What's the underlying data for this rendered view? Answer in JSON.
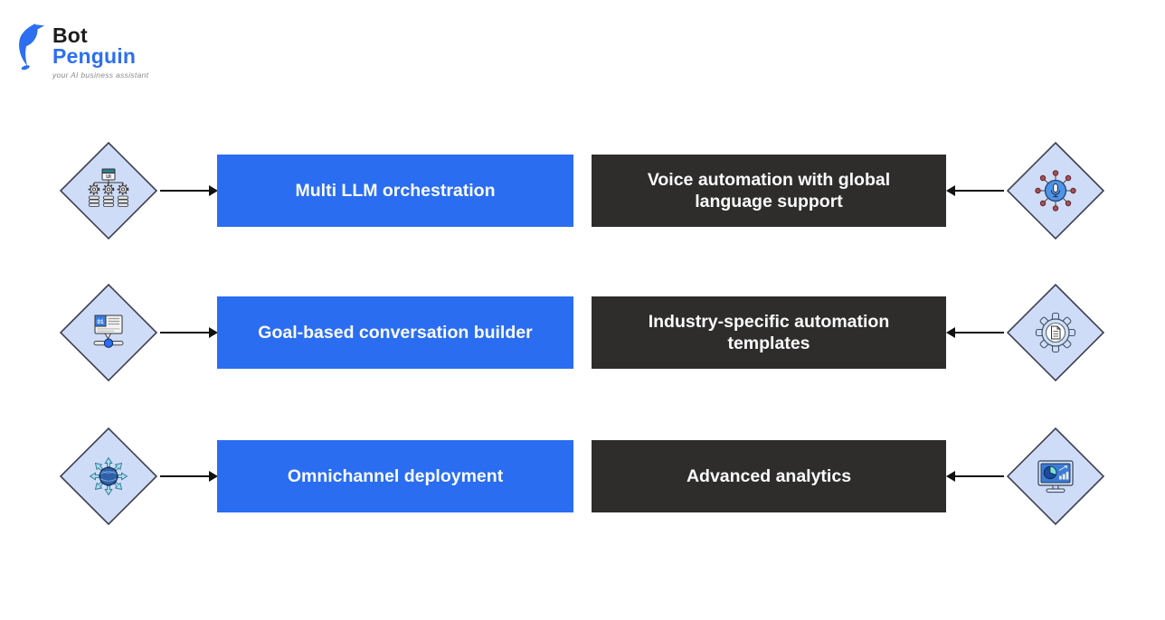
{
  "logo": {
    "brand_top": "Bot",
    "brand_bottom": "Penguin",
    "tagline": "your AI business assistant"
  },
  "colors": {
    "primary_blue": "#2a6df1",
    "dark_box": "#2e2d2b",
    "diamond_fill": "#cfdcf8",
    "diamond_border": "#3d4150",
    "arrow": "#111111",
    "logo_black": "#1d1d1f",
    "logo_blue": "#2d6ff0",
    "tagline_gray": "#8b8b8b",
    "background": "#ffffff"
  },
  "icon_labels": {
    "ui": "UI",
    "zero_one": "01"
  },
  "rows": [
    {
      "left": {
        "icon": "multi-llm-orchestration-icon",
        "label": "Multi LLM orchestration"
      },
      "right": {
        "icon": "voice-automation-icon",
        "label": "Voice automation with global language support"
      }
    },
    {
      "left": {
        "icon": "goal-conversation-builder-icon",
        "label": "Goal-based conversation builder"
      },
      "right": {
        "icon": "industry-templates-icon",
        "label": "Industry-specific automation templates"
      }
    },
    {
      "left": {
        "icon": "omnichannel-deployment-icon",
        "label": "Omnichannel deployment"
      },
      "right": {
        "icon": "advanced-analytics-icon",
        "label": "Advanced analytics"
      }
    }
  ]
}
